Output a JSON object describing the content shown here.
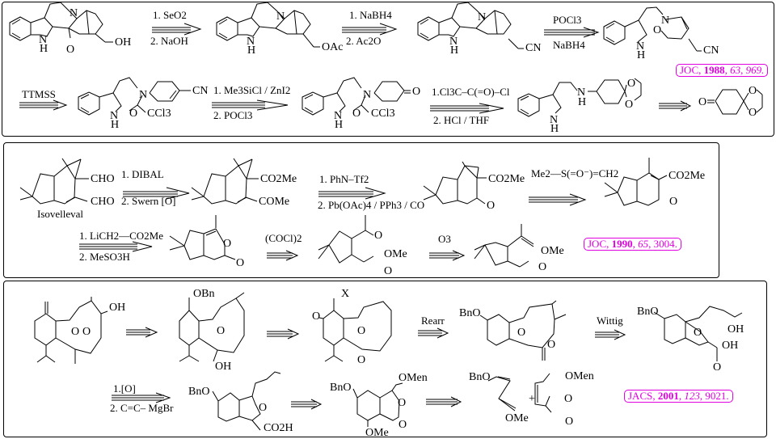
{
  "schemes": [
    {
      "id": "scheme-1",
      "conditions": {
        "step1": [
          "1. SeO2",
          "2. NaOH"
        ],
        "step2": [
          "1. NaBH4",
          "2. Ac2O"
        ],
        "step3": [
          "POCl3",
          "NaBH4"
        ],
        "step4": [
          "TTMSS"
        ],
        "step5": [
          "1. Me3SiCl / ZnI2",
          "2. POCl3"
        ],
        "step6": [
          "1.Cl3C–C(=O)–Cl",
          "2. HCl / THF"
        ]
      },
      "labels": {
        "nh": "N",
        "h": "H",
        "n": "N",
        "o": "O",
        "oh": "OH",
        "oac": "OAc",
        "cn": "CN",
        "ccl3": "CCl3"
      },
      "reference": {
        "journal": "JOC,",
        "year": "1988",
        "volume": "63",
        "pages": "969."
      }
    },
    {
      "id": "scheme-2",
      "compound_name": "Isovelleval",
      "conditions": {
        "step1": [
          "1. DIBAL",
          "2. Swern [O]"
        ],
        "step2": [
          "1.  PhN–Tf2",
          "2.  Pb(OAc)4 / PPh3 / CO"
        ],
        "step3": [
          "Me2—S(=O⁻)=CH2"
        ],
        "step4": [
          "1.  LiCH2—CO2Me",
          "2.   MeSO3H"
        ],
        "step5": [
          "(COCl)2"
        ],
        "step6": [
          "O3"
        ]
      },
      "labels": {
        "cho": "CHO",
        "co2me": "CO2Me",
        "come": "COMe",
        "ome": "OMe",
        "o": "O"
      },
      "reference": {
        "journal": "JOC,",
        "year": "1990",
        "volume": "65",
        "pages": "3004."
      }
    },
    {
      "id": "scheme-3",
      "conditions": {
        "step1": [
          "Rearr"
        ],
        "step2": [
          "Wittig"
        ],
        "step3": [
          "1.[O]",
          "2. C=C– MgBr"
        ]
      },
      "labels": {
        "oh": "OH",
        "obn": "OBn",
        "x": "X",
        "bno": "BnO",
        "omen": "OMen",
        "ome": "OMe",
        "co2h": "CO2H",
        "o": "O",
        "plus": "+"
      },
      "reference": {
        "journal": "JACS,",
        "year": "2001",
        "volume": "123",
        "pages": "9021."
      }
    }
  ],
  "colors": {
    "reference": "#e000e0",
    "stroke": "#000000"
  }
}
